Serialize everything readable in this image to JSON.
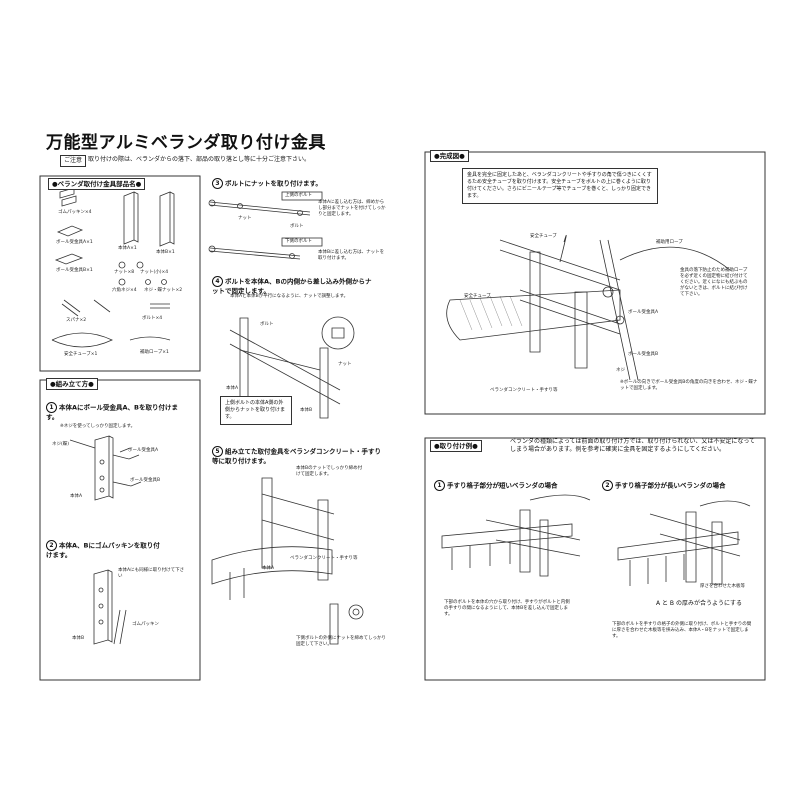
{
  "title": "万能型アルミベランダ取り付け金具",
  "caution": {
    "tag": "ご注意",
    "text": "取り付けの際は、ベランダからの落下、部品の取り落とし等に十分ご注意下さい。"
  },
  "parts": {
    "heading": "●ベランダ取付け金具部品名●",
    "labels": [
      "ゴムパッキン×4",
      "本体A×1",
      "本体B×1",
      "ボール受金具A×1",
      "ボール受金具B×1",
      "ナット×8",
      "ナット(小)×4",
      "六角ネジ×4",
      "ネジ・蝶ナット×2",
      "スパナ×2",
      "ボルト×4",
      "安全チューブ×1",
      "補助ロープ×1"
    ]
  },
  "assembly": {
    "heading": "●組み立て方●",
    "step1_title": "本体Aにボール受金具A、Bを取り付けます。",
    "step1_note": "※ネジを使ってしっかり固定します。",
    "step1_labels": [
      "ネジ(蝶)",
      "ボール受金具A",
      "ボール受金具B",
      "本体A"
    ],
    "step2_title": "本体A、Bにゴムパッキンを取り付けます。",
    "step2_note": "本体Aにも同様に取り付けて下さい",
    "step2_labels": [
      "ゴムパッキン",
      "本体B"
    ],
    "step3_title": "ボルトにナットを取り付けます。",
    "step3_labels": [
      "上側のボルト",
      "下側のボルト",
      "ボルト",
      "ナット"
    ],
    "step3_notes": [
      "本体Aに差し込む方は、締めからし部分までナットを付けてしっかりと固定します。",
      "本体Bに差し込む方は、ナットを取り付けます。"
    ],
    "step4_title": "ボルトを本体A、Bの内側から差し込み外側からナットで固定します。",
    "step4_notes": [
      "本体Aと本体Bが平行になるように、ナットで調整します。"
    ],
    "step4_labels": [
      "ボルト",
      "本体A",
      "本体B",
      "ナット"
    ],
    "step4_callout": "上側ボルトの本体A側の外側からナットを取り付けます。",
    "step5_title": "組み立てた取付金具をベランダコンクリート・手すり等に取り付けます。",
    "step5_notes": [
      "本体Bのナットでしっかり締め付けて固定します。"
    ],
    "step5_labels": [
      "本体A",
      "ベランダコンクリート・手すり等"
    ],
    "step5_callout": "下側ボルトの外側にナットを締めてしっかり固定して下さい。"
  },
  "complete": {
    "heading": "●完成図●",
    "note1": "金具を完全に固定したあと、ベランダコンクリートや手すりの角で傷つきにくくするため安全チューブを取り付けます。安全チューブをボルトの上に巻くように取り付けてください。さらにビニールテープ等でチューブを巻くと、しっかり固定できます。",
    "labels": [
      "安全チューブ",
      "補助用ロープ",
      "ボール受金具A",
      "ボール受金具B",
      "ネジ",
      "安全チューブ",
      "ベランダコンクリート・手すり等"
    ],
    "note2": "金具の落下防止のため補助ロープを必ず近くの固定物に結び付けてください。近くになにも結ぶものがないときは、ボルトに結び付けて下さい。",
    "note3": "※ボールの向きでボール受金具Bの角度の向きを合わせ、ネジ・蝶ナットで固定します。"
  },
  "examples": {
    "heading": "●取り付け例●",
    "intro": "ベランダの種類によっては前面の取り付け方では、取り付けられない、又は不安定になってしまう場合があります。例を参考に確実に金具を固定するようにしてください。",
    "ex1_title": "手すり格子部分が短いベランダの場合",
    "ex1_note": "下部のボルトを本体の穴から取り付け、手すりがボルトと内側の手すりの間になるようにして、本体Bを差し込んで固定します。",
    "ex2_title": "手すり格子部分が長いベランダの場合",
    "ex2_labels": [
      "厚さを合わせた木板等",
      "A と B の厚みが合うようにする"
    ],
    "ex2_note": "下部のボルトを手すりの格子の外側に取り付け、ボルトと手すりの間に厚さを合わせた木板等を挟み込み、本体A・Bをナットで固定します。"
  }
}
